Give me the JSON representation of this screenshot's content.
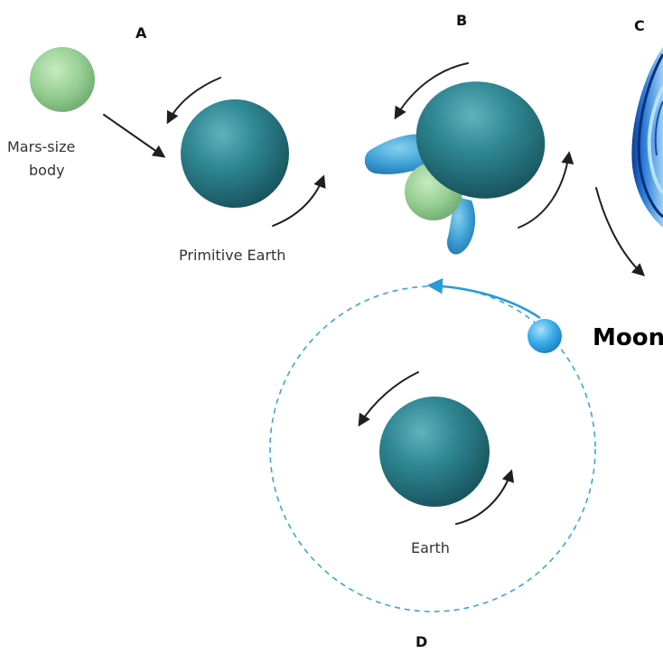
{
  "diagram": {
    "panels": {
      "a": "A",
      "b": "B",
      "c": "C",
      "d": "D"
    },
    "labels": {
      "mars_body_line1": "Mars-size",
      "mars_body_line2": "body",
      "primitive_earth": "Primitive Earth",
      "moon": "Moon",
      "earth": "Earth"
    },
    "colors": {
      "earth": "#2e8a95",
      "mars_body": "#9cd39a",
      "debris": "#3d9fd4",
      "orbit": "#3aa6d8",
      "disk": "#1e64c8"
    }
  }
}
